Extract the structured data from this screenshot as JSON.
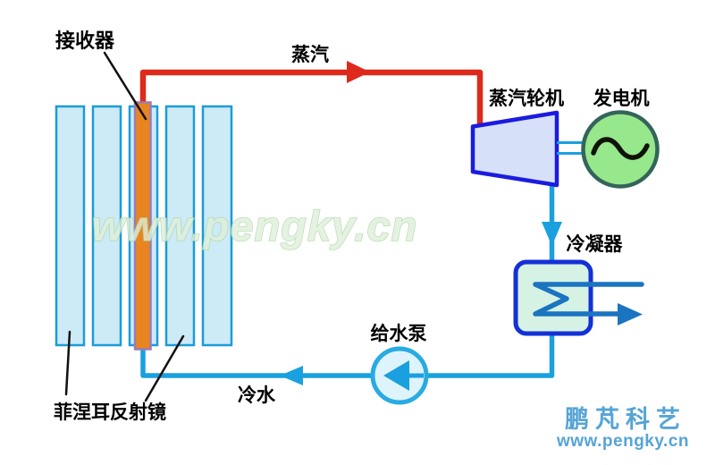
{
  "diagram": {
    "labels": {
      "receiver": "接收器",
      "steam": "蒸汽",
      "steam_turbine": "蒸汽轮机",
      "generator": "发电机",
      "condenser": "冷凝器",
      "feedwater_pump": "给水泵",
      "cold_water": "冷水",
      "fresnel_reflector": "菲涅耳反射镜"
    },
    "watermark": "www.pengky.cn",
    "brand": {
      "name": "鹏芃科艺",
      "site": "www.pengky.cn"
    },
    "colors": {
      "steam_pipe_red": "#dd2a1c",
      "water_pipe_blue": "#1aa0de",
      "mirror_fill": "#cdeaf7",
      "mirror_stroke": "#1b9cd8",
      "receiver_fill": "#e8851f",
      "receiver_stroke": "#9b7cb3",
      "turbine_fill": "#d6e0f8",
      "turbine_stroke": "#1b1be0",
      "generator_fill": "#97e78c",
      "generator_stroke": "#33655a",
      "generator_wave_black": "#101408",
      "condenser_fill": "#d6f2e4",
      "condenser_stroke": "#1430d8",
      "coil_blue": "#1b74c0",
      "pump_fill": "#def4fc",
      "pump_stroke": "#29abe2",
      "watermark_fill": "#dff0da",
      "watermark_stroke": "#abd5a5",
      "brand_blue": "#56a4d5",
      "label_black": "#000000"
    }
  }
}
